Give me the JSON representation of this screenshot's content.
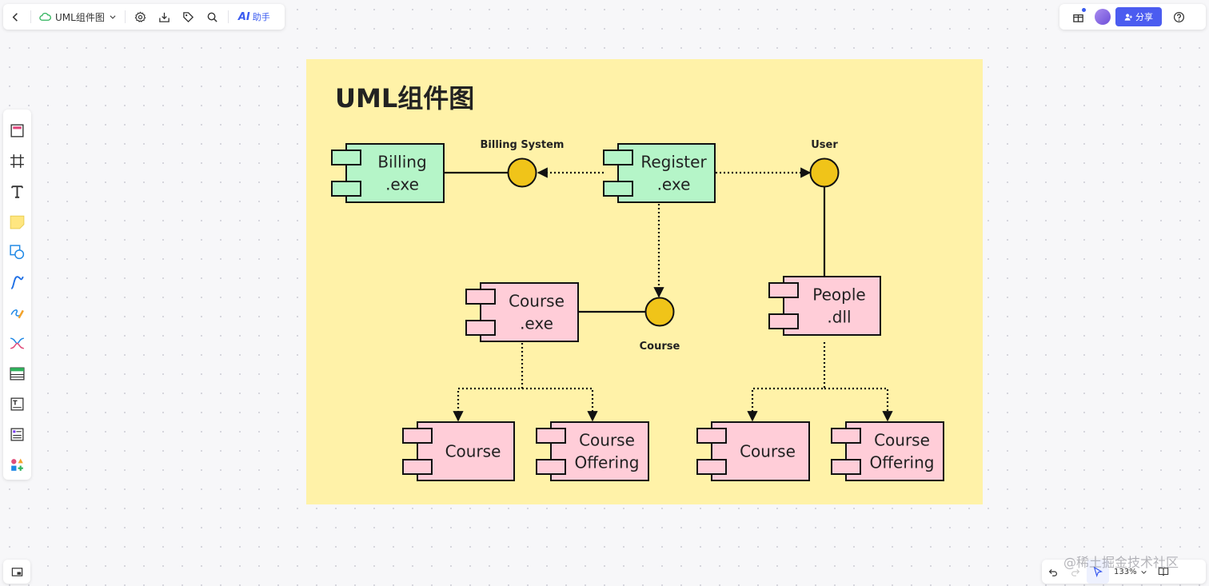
{
  "toolbar": {
    "doc_title": "UML组件图",
    "ai_mark": "AI",
    "ai_label": "助手"
  },
  "top_right": {
    "share_label": "分享"
  },
  "zoom": {
    "level": "133%"
  },
  "watermark": "@稀土掘金技术社区",
  "diagram": {
    "title": "UML组件图",
    "colors": {
      "canvas": "#fff2a8",
      "green_component": "#b5f5c8",
      "pink_component": "#ffcdd8",
      "interface_fill": "#f0c419",
      "stroke": "#111111"
    },
    "components": {
      "billing": [
        "Billing",
        ".exe"
      ],
      "register": [
        "Register",
        ".exe"
      ],
      "course_exe": [
        "Course",
        ".exe"
      ],
      "people": [
        "People",
        ".dll"
      ],
      "course_1": [
        "Course"
      ],
      "course_offering_1": [
        "Course",
        "Offering"
      ],
      "course_2": [
        "Course"
      ],
      "course_offering_2": [
        "Course",
        "Offering"
      ]
    },
    "interfaces": {
      "billing_system": "Billing System",
      "user": "User",
      "course": "Course"
    }
  }
}
